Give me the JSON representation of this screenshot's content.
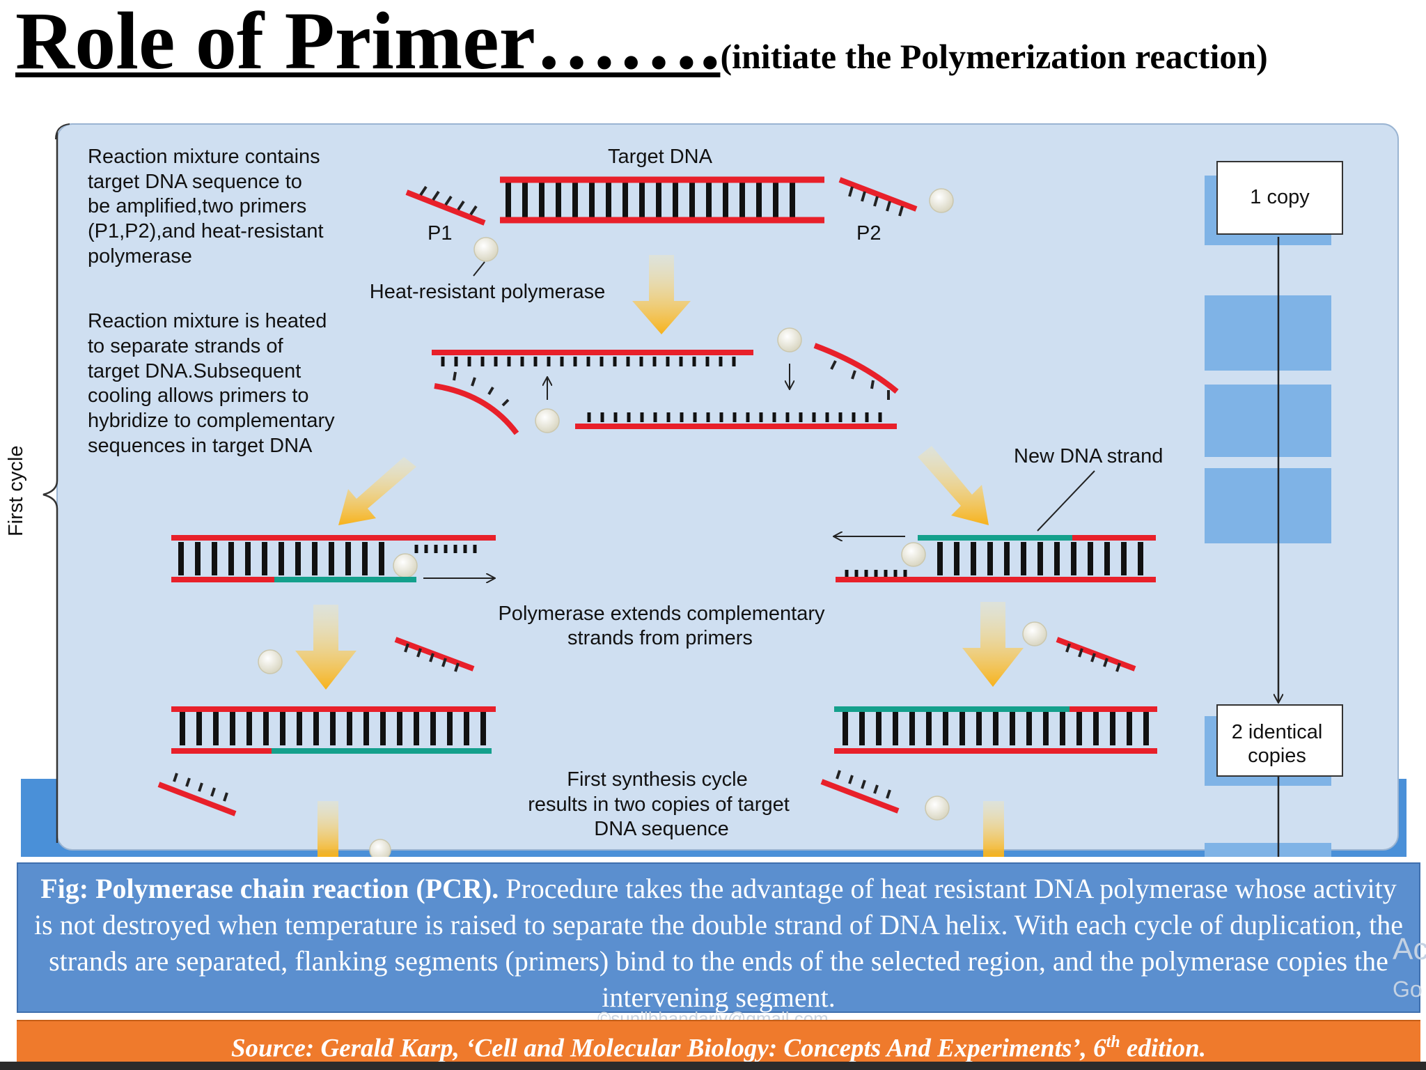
{
  "title": {
    "main": "Role of Primer…….",
    "subtitle": "(initiate the Polymerization reaction)"
  },
  "diagram": {
    "cycle_label": "First cycle",
    "step1_text": [
      "Reaction mixture contains",
      "target DNA sequence to",
      "be amplified,two primers",
      "(P1,P2),and heat-resistant",
      "polymerase"
    ],
    "target_dna": "Target DNA",
    "primer1": "P1",
    "primer2": "P2",
    "polymerase_label": "Heat-resistant polymerase",
    "step2_text": [
      "Reaction mixture is heated",
      "to separate strands of",
      "target DNA.Subsequent",
      "cooling allows primers to",
      "hybridize to complementary",
      "sequences in target DNA"
    ],
    "new_strand": "New DNA strand",
    "extend_text": [
      "Polymerase extends complementary",
      "strands from primers"
    ],
    "cycle_result_text": [
      "First synthesis cycle",
      "results in two copies of target",
      "DNA sequence"
    ],
    "copy1": "1 copy",
    "copy2": [
      "2 identical",
      "copies"
    ]
  },
  "caption": {
    "bold": "Fig: Polymerase chain reaction (PCR).",
    "text": " Procedure takes the advantage of heat resistant DNA polymerase whose activity  is not destroyed when temperature is raised to separate the double strand of DNA helix. With each cycle of duplication, the strands are separated, flanking segments (primers) bind to the ends of the selected region, and the polymerase copies  the intervening segment."
  },
  "watermark": "©sunilbhandariv@gmail.com",
  "source": {
    "prefix": "Source: Gerald Karp, ‘Cell and Molecular Biology: Concepts And Experiments’, 6",
    "sup": "th",
    "suffix": " edition."
  },
  "overlay": {
    "act": "Ac",
    "go": "Go"
  },
  "colors": {
    "strand": "#e8202a",
    "new_strand": "#14a08c",
    "panel": "#cfdff1",
    "box_blue": "#7fb3e6",
    "arrow": "#f7b21b",
    "caption_bg": "#5b8fcf",
    "source_bg": "#ef7a2c"
  }
}
